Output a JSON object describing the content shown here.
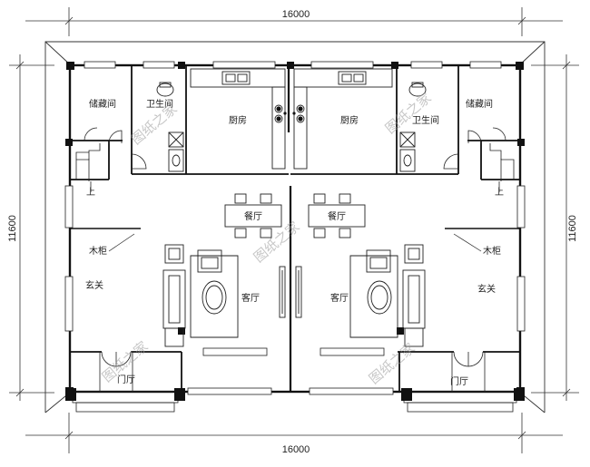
{
  "dimensions": {
    "top": "16000",
    "bottom": "16000",
    "left": "11600",
    "right": "11600"
  },
  "rooms": {
    "storage_left": "储藏间",
    "bath_left": "卫生间",
    "kitchen_left": "厨房",
    "kitchen_right": "厨房",
    "bath_right": "卫生间",
    "storage_right": "储藏间",
    "dining_left": "餐厅",
    "dining_right": "餐厅",
    "cabinet_left": "木柜",
    "cabinet_right": "木柜",
    "foyer_left": "玄关",
    "foyer_right": "玄关",
    "living_left": "客厅",
    "living_right": "客厅",
    "porch_left": "门厅",
    "porch_right": "门厅",
    "up_left": "上",
    "up_right": "上"
  },
  "watermark": "图纸之家",
  "colors": {
    "line": "#1a1a1a",
    "wall": "#111111",
    "watermark": "#9a9a9a"
  }
}
